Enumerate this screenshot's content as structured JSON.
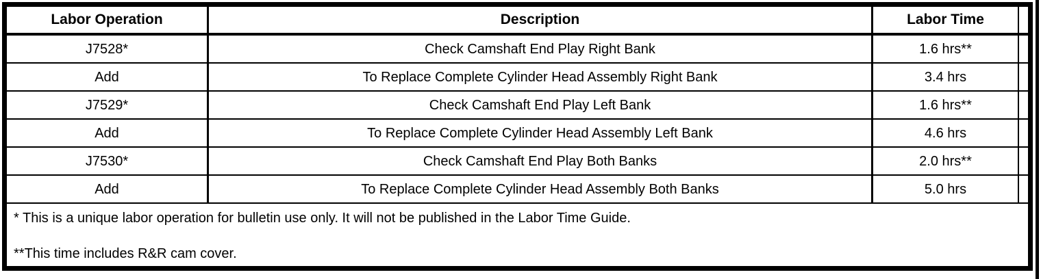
{
  "table": {
    "headers": {
      "operation": "Labor Operation",
      "description": "Description",
      "time": "Labor Time"
    },
    "rows": [
      {
        "operation": "J7528*",
        "description": "Check Camshaft End Play Right Bank",
        "time": "1.6 hrs**"
      },
      {
        "operation": "Add",
        "description": "To Replace Complete Cylinder Head Assembly Right Bank",
        "time": "3.4 hrs"
      },
      {
        "operation": "J7529*",
        "description": "Check Camshaft End Play Left Bank",
        "time": "1.6 hrs**"
      },
      {
        "operation": "Add",
        "description": "To Replace Complete Cylinder Head Assembly Left Bank",
        "time": "4.6 hrs"
      },
      {
        "operation": "J7530*",
        "description": "Check Camshaft End Play Both Banks",
        "time": "2.0 hrs**"
      },
      {
        "operation": "Add",
        "description": "To Replace Complete Cylinder Head Assembly Both Banks",
        "time": "5.0 hrs"
      }
    ],
    "footnotes": [
      "* This is a unique labor operation for bulletin use only. It will not be published in the Labor Time Guide.",
      "**This time includes R&R cam cover."
    ]
  },
  "colors": {
    "border": "#000000",
    "background": "#ffffff",
    "text": "#000000"
  }
}
